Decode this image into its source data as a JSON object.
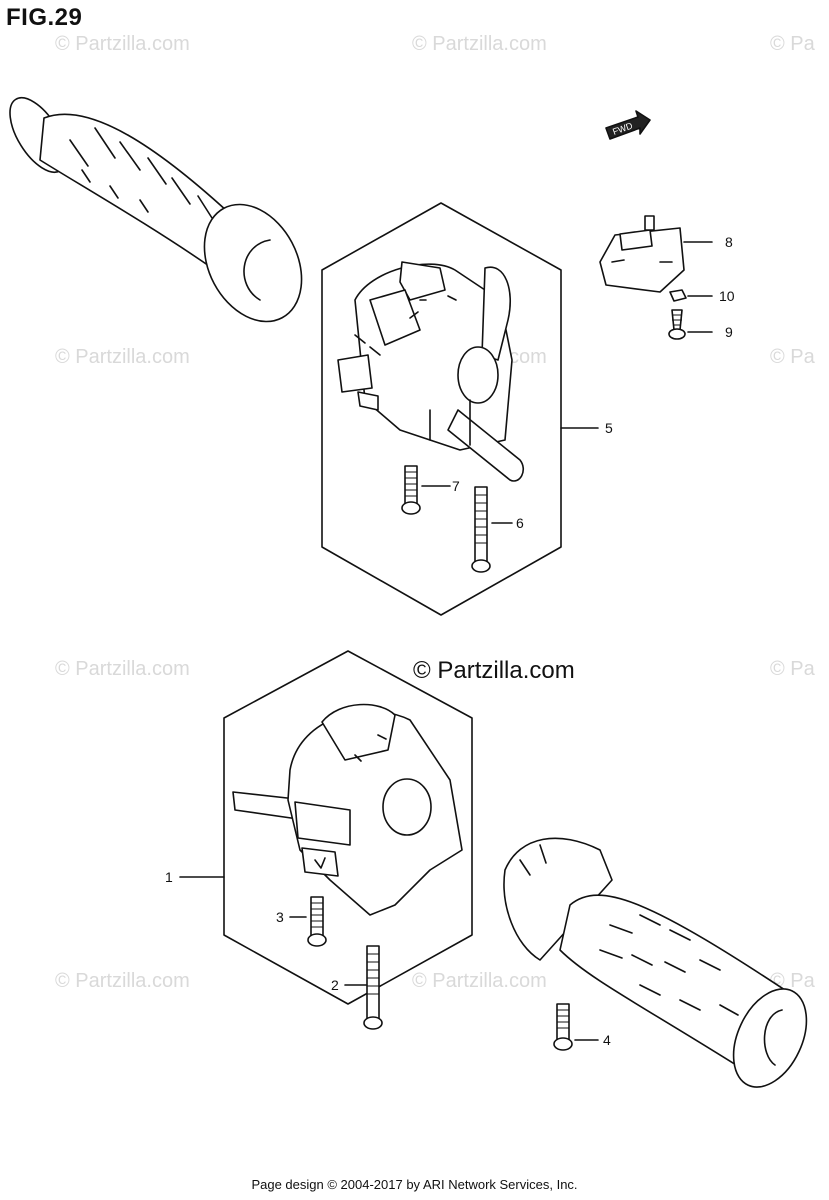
{
  "figure": {
    "title": "FIG.29"
  },
  "watermark": {
    "text": "© Partzilla.com",
    "partial_text": "© Pa"
  },
  "copyright": {
    "text": "© Partzilla.com"
  },
  "footer": {
    "text": "Page design © 2004-2017 by ARI Network Services, Inc."
  },
  "direction": {
    "label": "FWD"
  },
  "callouts": [
    {
      "id": "c1",
      "label": "1"
    },
    {
      "id": "c2",
      "label": "2"
    },
    {
      "id": "c3",
      "label": "3"
    },
    {
      "id": "c4",
      "label": "4"
    },
    {
      "id": "c5",
      "label": "5"
    },
    {
      "id": "c6",
      "label": "6"
    },
    {
      "id": "c7",
      "label": "7"
    },
    {
      "id": "c8",
      "label": "8"
    },
    {
      "id": "c9",
      "label": "9"
    },
    {
      "id": "c10",
      "label": "10"
    }
  ]
}
